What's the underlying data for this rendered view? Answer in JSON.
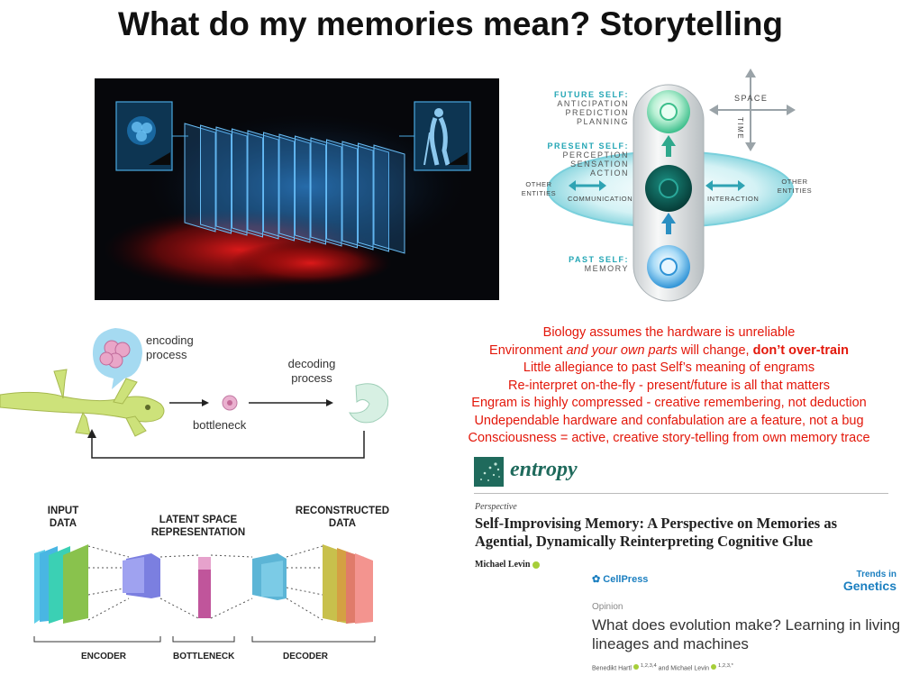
{
  "slide": {
    "title": "What do my memories mean? Storytelling"
  },
  "self_diagram": {
    "future": {
      "head": "FUTURE SELF:",
      "lines": [
        "ANTICIPATION",
        "PREDICTION",
        "PLANNING"
      ]
    },
    "present": {
      "head": "PRESENT SELF:",
      "lines": [
        "PERCEPTION",
        "SENSATION",
        "ACTION"
      ]
    },
    "past": {
      "head": "PAST SELF:",
      "lines": [
        "MEMORY"
      ]
    },
    "other_left": [
      "OTHER",
      "ENTITIES"
    ],
    "other_right": [
      "OTHER",
      "ENTITIES"
    ],
    "communication": "COMMUNICATION",
    "interaction": "INTERACTION",
    "space": "SPACE",
    "time": "TIME"
  },
  "salamander": {
    "encoding": [
      "encoding",
      "process"
    ],
    "decoding": [
      "decoding",
      "process"
    ],
    "bottleneck": "bottleneck"
  },
  "statements": [
    {
      "parts": [
        {
          "t": "Biology assumes the hardware is unreliable"
        }
      ]
    },
    {
      "parts": [
        {
          "t": "Environment "
        },
        {
          "t": "and your own parts",
          "style": "italic"
        },
        {
          "t": " will change, "
        },
        {
          "t": "don’t over-train",
          "style": "bold"
        }
      ]
    },
    {
      "parts": [
        {
          "t": "Little allegiance to past Self’s meaning of engrams"
        }
      ]
    },
    {
      "parts": [
        {
          "t": "Re-interpret on-the-fly - present/future is all that matters"
        }
      ]
    },
    {
      "parts": [
        {
          "t": "Engram is highly compressed - creative remembering, not deduction"
        }
      ]
    },
    {
      "parts": [
        {
          "t": "Undependable hardware and confabulation are a feature, not a bug"
        }
      ]
    },
    {
      "parts": [
        {
          "t": "Consciousness = active, creative story-telling from own memory trace"
        }
      ]
    }
  ],
  "autoencoder": {
    "input": [
      "INPUT",
      "DATA"
    ],
    "latent": [
      "LATENT SPACE",
      "REPRESENTATION"
    ],
    "reconstructed": [
      "RECONSTRUCTED",
      "DATA"
    ],
    "encoder": "ENCODER",
    "bottleneck": "BOTTLENECK",
    "decoder": "DECODER"
  },
  "entropy_paper": {
    "journal": "entropy",
    "type": "Perspective",
    "title_l1": "Self-Improvising Memory: A Perspective on Memories as",
    "title_l2": "Agential, Dynamically Reinterpreting Cognitive Glue",
    "author": "Michael Levin"
  },
  "cell_paper": {
    "publisher": "CellPress",
    "journal_l1": "Trends in",
    "journal_l2": "Genetics",
    "type": "Opinion",
    "title_l1": "What does evolution make? Learning in living",
    "title_l2": "lineages and machines",
    "authors_a": "Benedikt Hartl",
    "authors_b": "and Michael Levin",
    "sup_a": "1,2,3,4",
    "sup_b": "1,2,3,*"
  },
  "colors": {
    "title": "#111111",
    "statement_red": "#e3170a",
    "teal": "#23a6b5",
    "entropy_green": "#1f6a5c",
    "cell_blue": "#1b7fc0"
  }
}
